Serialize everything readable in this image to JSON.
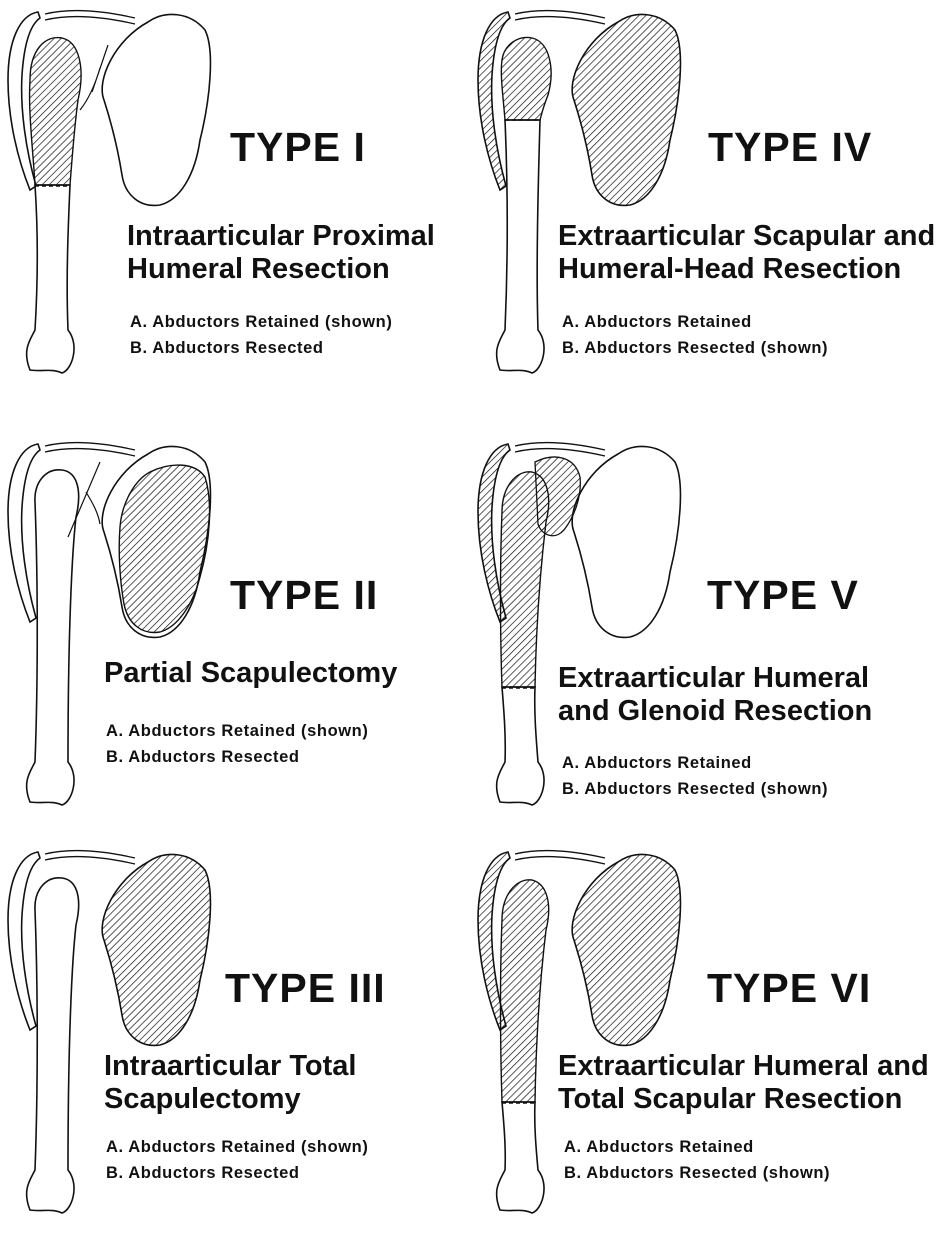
{
  "types": [
    {
      "title": "TYPE I",
      "procedure": [
        "Intraarticular Proximal",
        "Humeral Resection"
      ],
      "option_a": "A. Abductors Retained (shown)",
      "option_b": "B. Abductors Resected"
    },
    {
      "title": "TYPE IV",
      "procedure": [
        "Extraarticular Scapular and",
        "Humeral-Head Resection"
      ],
      "option_a": "A. Abductors Retained",
      "option_b": "B. Abductors Resected (shown)"
    },
    {
      "title": "TYPE II",
      "procedure": [
        "Partial Scapulectomy"
      ],
      "option_a": "A. Abductors Retained (shown)",
      "option_b": "B. Abductors Resected"
    },
    {
      "title": "TYPE V",
      "procedure": [
        "Extraarticular Humeral",
        "and Glenoid Resection"
      ],
      "option_a": "A. Abductors Retained",
      "option_b": "B. Abductors Resected (shown)"
    },
    {
      "title": "TYPE III",
      "procedure": [
        "Intraarticular Total",
        "Scapulectomy"
      ],
      "option_a": "A. Abductors Retained (shown)",
      "option_b": "B. Abductors Resected"
    },
    {
      "title": "TYPE VI",
      "procedure": [
        "Extraarticular Humeral and",
        "Total Scapular Resection"
      ],
      "option_a": "A. Abductors Retained",
      "option_b": "B. Abductors Resected (shown)"
    }
  ],
  "colors": {
    "ink": "#111111",
    "background": "#ffffff",
    "hatch": "#111111"
  },
  "diagram_elements": {
    "bone": "humerus-icon",
    "blade": "scapula-icon",
    "muscle": "deltoid-icon",
    "clavicle": "clavicle-icon"
  }
}
